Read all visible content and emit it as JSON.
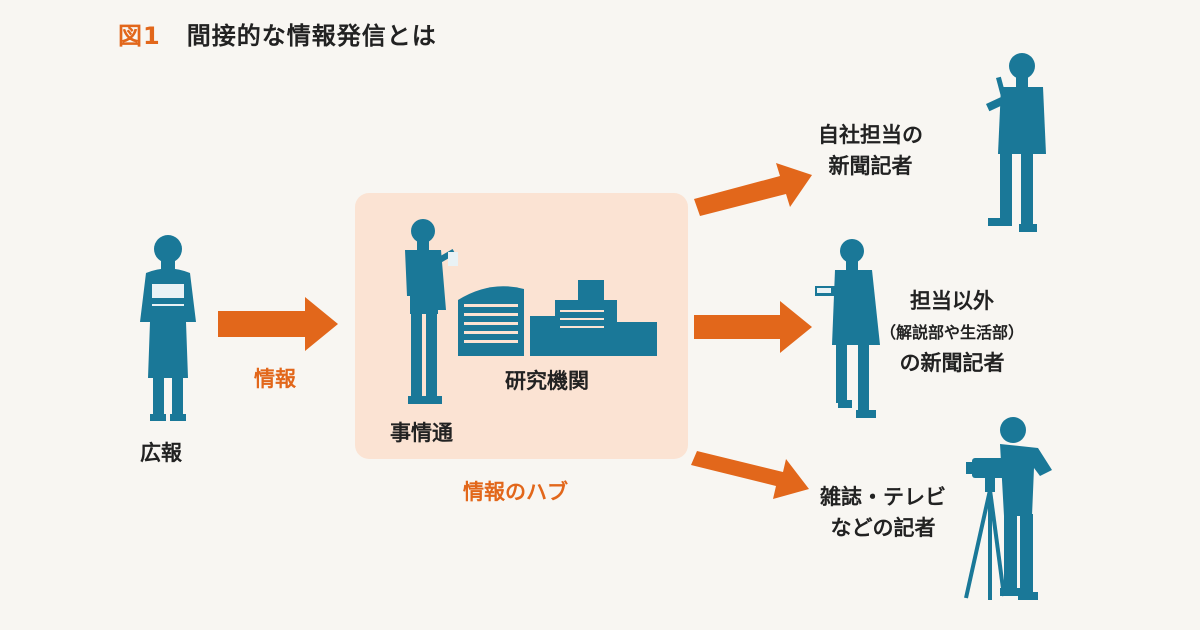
{
  "title": {
    "figure_number": "図1",
    "text": "間接的な情報発信とは"
  },
  "source": {
    "label": "広報"
  },
  "flow_label": "情報",
  "hub": {
    "label": "情報のハブ",
    "insider_label": "事情通",
    "institution_label": "研究機関"
  },
  "targets": [
    {
      "line1": "自社担当の",
      "line2": "新聞記者"
    },
    {
      "line1": "担当以外",
      "line2": "（解説部や生活部）",
      "line3": "の新聞記者"
    },
    {
      "line1": "雑誌・テレビ",
      "line2": "などの記者"
    }
  ],
  "colors": {
    "figure": "#1a7898",
    "arrow": "#e2671b",
    "hub_bg": "#fbe3d3",
    "accent": "#e2671b"
  }
}
